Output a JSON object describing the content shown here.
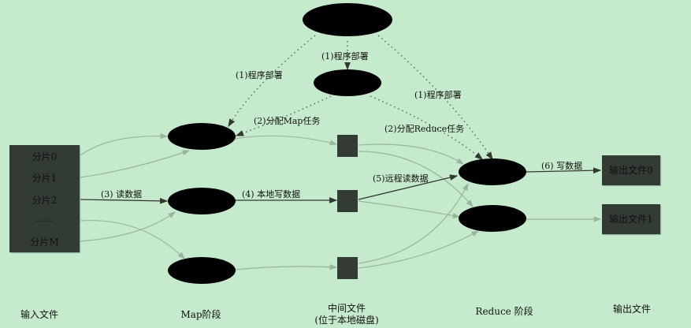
{
  "colors": {
    "background": "#c6ebcc",
    "box": "#323b34",
    "node": "#000000",
    "edge_active": "#333833",
    "edge_inactive": "#9ab59d"
  },
  "input_splits": [
    "分片0",
    "分片1",
    "分片2",
    "……",
    "分片M"
  ],
  "outputs": [
    "输出文件0",
    "输出文件1"
  ],
  "labels": {
    "deploy_center": "(1)程序部署",
    "deploy_left": "(1)程序部署",
    "deploy_right": "(1)程序部署",
    "assign_map": "(2)分配Map任务",
    "assign_reduce": "(2)分配Reduce任务",
    "read_data": "(3) 读数据",
    "local_write": "(4) 本地写数据",
    "remote_read": "(5)远程读数据",
    "write_data": "(6) 写数据"
  },
  "footer": {
    "input": "输入文件",
    "map": "Map阶段",
    "intermediate_line1": "中间文件",
    "intermediate_line2": "(位于本地磁盘)",
    "reduce": "Reduce 阶段",
    "output": "输出文件"
  }
}
